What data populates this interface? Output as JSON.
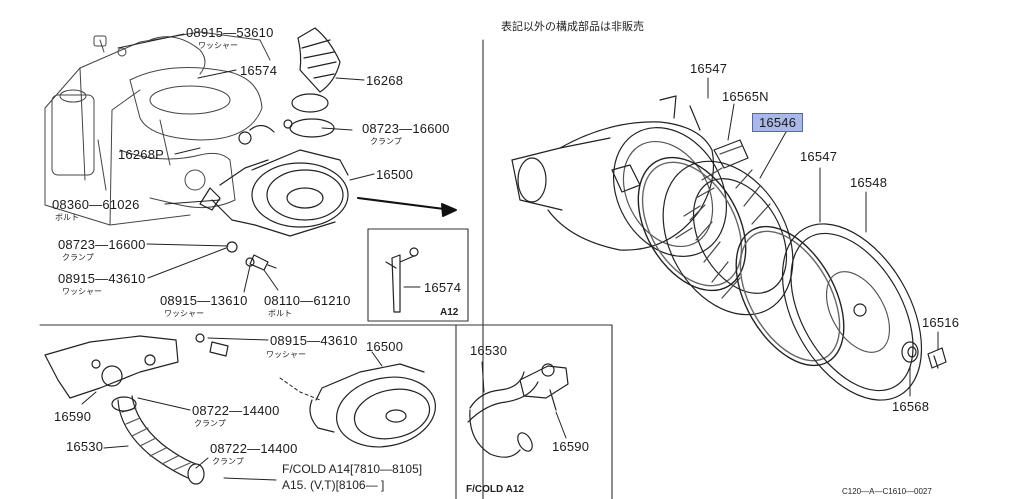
{
  "header_note": "表記以外の構成部品は非販売",
  "callouts": {
    "p08915_53610": "08915—53610",
    "p08915_53610_sub": "ワッシャー",
    "p16574_top": "16574",
    "p16268": "16268",
    "p08723_16600_top": "08723—16600",
    "p08723_16600_top_sub": "クランプ",
    "p16268p": "16268P",
    "p16500_top": "16500",
    "p08360_61026": "08360—61026",
    "p08360_61026_sub": "ボルト",
    "p08723_16600_mid": "08723—16600",
    "p08723_16600_mid_sub": "クランプ",
    "p08915_43610_mid": "08915—43610",
    "p08915_43610_mid_sub": "ワッシャー",
    "p08915_13610": "08915—13610",
    "p08915_13610_sub": "ワッシャー",
    "p08110_61210": "08110—61210",
    "p08110_61210_sub": "ボルト",
    "p16574_inset": "16574",
    "inset_a12": "A12",
    "p08915_43610_low": "08915—43610",
    "p08915_43610_low_sub": "ワッシャー",
    "p16500_low": "16500",
    "p16590_left": "16590",
    "p08722_14400_a": "08722—14400",
    "p08722_14400_a_sub": "クランプ",
    "p16530_left": "16530",
    "p08722_14400_b": "08722—14400",
    "p08722_14400_b_sub": "クランプ",
    "fcold_a14_line1": "F/COLD  A14[7810—8105]",
    "fcold_a14_line2": "A15. (V,T)[8106—     ]",
    "p16530_mid": "16530",
    "p16590_mid": "16590",
    "fcold_a12": "F/COLD  A12",
    "p16547_a": "16547",
    "p16565n": "16565N",
    "p16546": "16546",
    "p16547_b": "16547",
    "p16548": "16548",
    "p16516": "16516",
    "p16568": "16568",
    "ref_code": "C120—A—C1610—0027"
  }
}
